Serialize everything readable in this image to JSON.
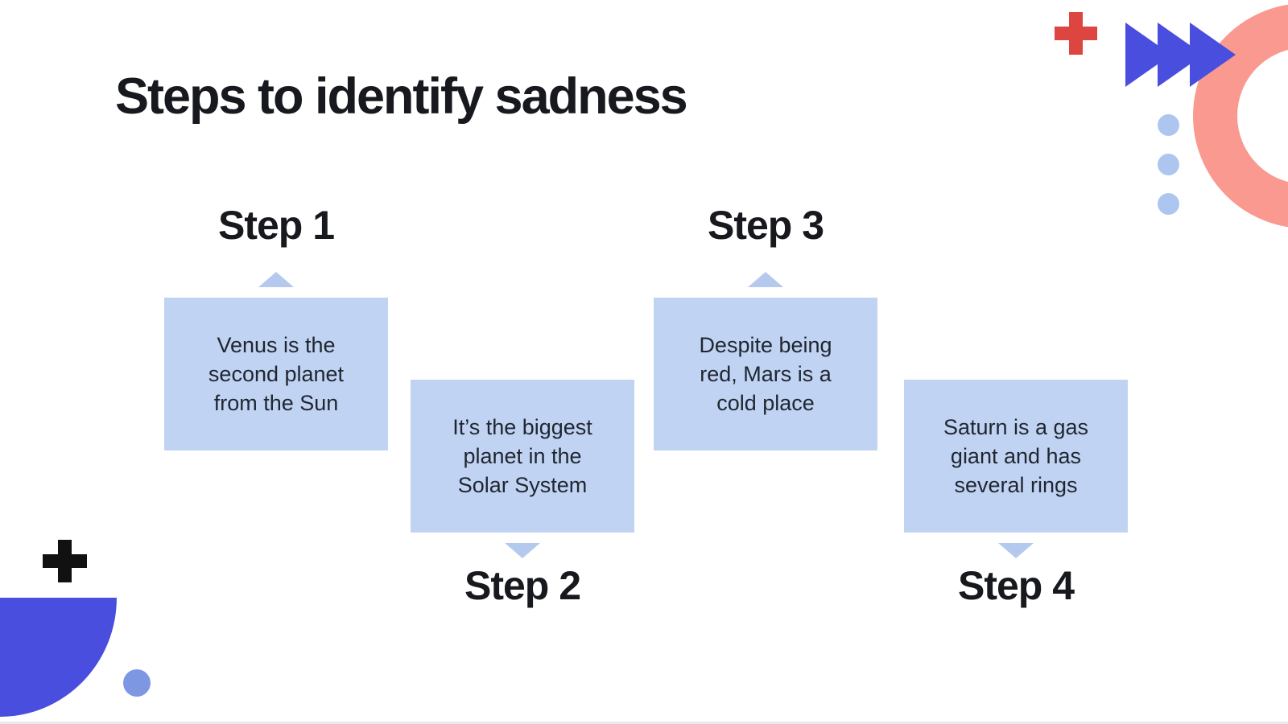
{
  "slide": {
    "title": "Steps to identify sadness",
    "steps": [
      {
        "label": "Step 1",
        "label_position": "above",
        "connector": "up",
        "lines": [
          "Venus is the",
          "second planet",
          "from the Sun"
        ]
      },
      {
        "label": "Step 2",
        "label_position": "below",
        "connector": "down",
        "lines": [
          "It’s the biggest",
          "planet in the",
          "Solar System"
        ]
      },
      {
        "label": "Step 3",
        "label_position": "above",
        "connector": "up",
        "lines": [
          "Despite being",
          "red, Mars is a",
          "cold place"
        ]
      },
      {
        "label": "Step 4",
        "label_position": "below",
        "connector": "down",
        "lines": [
          "Saturn is a gas",
          "giant and has",
          "several rings"
        ]
      }
    ]
  },
  "colors": {
    "background": "#FFFFFF",
    "title_text": "#17191E",
    "box_fill": "#C1D3F3",
    "box_text": "#1F2630",
    "connector": "#B5C9EE",
    "accent_red": "#DD4640",
    "accent_black": "#111111",
    "accent_blue": "#4A4EDE",
    "coral_ring": "#F9998F",
    "dot_light_blue": "#ADC6F0",
    "dot_medium_blue": "#7E97E3"
  }
}
